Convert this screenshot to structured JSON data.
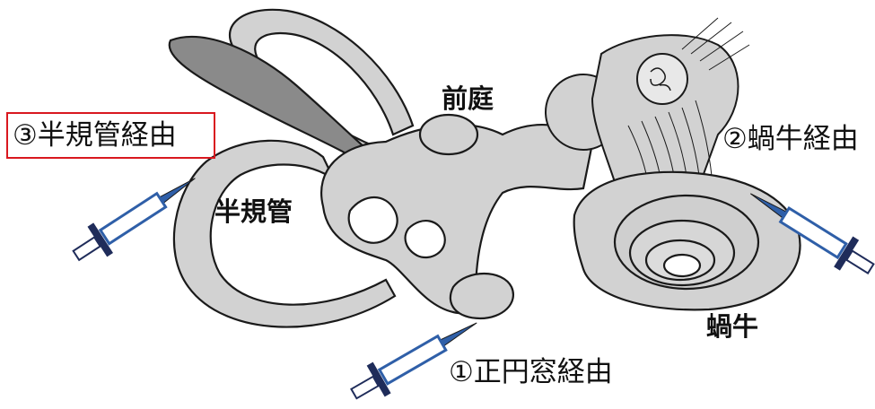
{
  "labels": {
    "route_semicircular": "③半規管経由",
    "route_cochlea": "②蝸牛経由",
    "route_round_window": "①正円窓経由",
    "vestibule": "前庭",
    "semicircular_canal": "半規管",
    "cochlea": "蝸牛"
  },
  "colors": {
    "highlight_box": "#d9181f",
    "tissue_fill": "#d2d2d2",
    "tissue_stroke": "#1a1a1a",
    "syringe_blue": "#2f5fa8",
    "syringe_dark": "#1f2c5a"
  },
  "icons": [
    "syringe-icon",
    "syringe-icon",
    "syringe-icon"
  ]
}
